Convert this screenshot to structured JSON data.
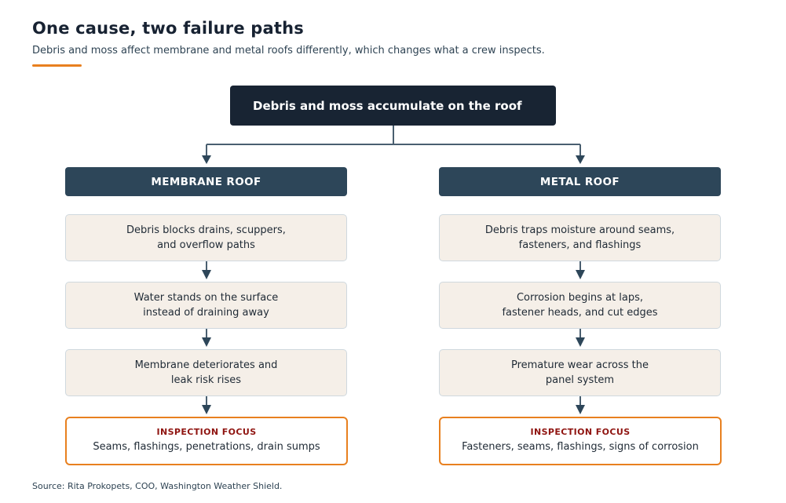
{
  "header": {
    "title": "One cause, two failure paths",
    "subtitle": "Debris and moss affect membrane and metal roofs differently, which changes what a crew inspects."
  },
  "root": {
    "label": "Debris and moss accumulate on the roof"
  },
  "membrane": {
    "header": "MEMBRANE ROOF",
    "steps": [
      "Debris blocks drains, scuppers,\nand overflow paths",
      "Water stands on the surface\ninstead of draining away",
      "Membrane deteriorates and\nleak risk rises"
    ],
    "focus_label": "INSPECTION FOCUS",
    "focus_text": "Seams, flashings, penetrations, drain sumps"
  },
  "metal": {
    "header": "METAL ROOF",
    "steps": [
      "Debris traps moisture around seams,\nfasteners, and flashings",
      "Corrosion begins at laps,\nfastener heads, and cut edges",
      "Premature wear across the\npanel system"
    ],
    "focus_label": "INSPECTION FOCUS",
    "focus_text": "Fasteners, seams, flashings, signs of corrosion"
  },
  "footer": {
    "source": "Source: Rita Prokopets, COO, Washington Weather Shield."
  },
  "colors": {
    "accent": "#e8801f",
    "dark_navy": "#182433",
    "header_slate": "#2d4659",
    "step_fill": "#f5efe8",
    "focus_label": "#8f1410",
    "connector": "#4a5f70"
  }
}
